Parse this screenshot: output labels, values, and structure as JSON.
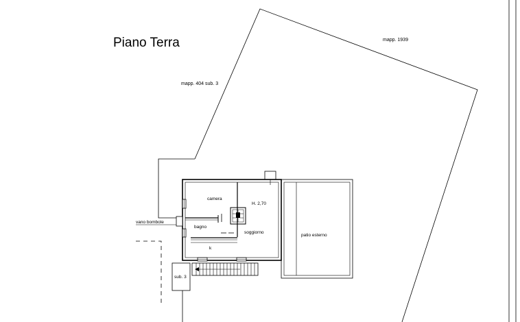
{
  "title": "Piano Terra",
  "labels": {
    "mapp_1939": "mapp. 1939",
    "mapp_404": "mapp. 404 sub. 3",
    "camera": "camera",
    "height": "H. 2,70",
    "bagno": "bagno",
    "soggiorno": "soggiorno",
    "k": "k",
    "vano_bombole": "vano bombole",
    "patio": "patio esterno",
    "sub3": "sub. 3"
  }
}
